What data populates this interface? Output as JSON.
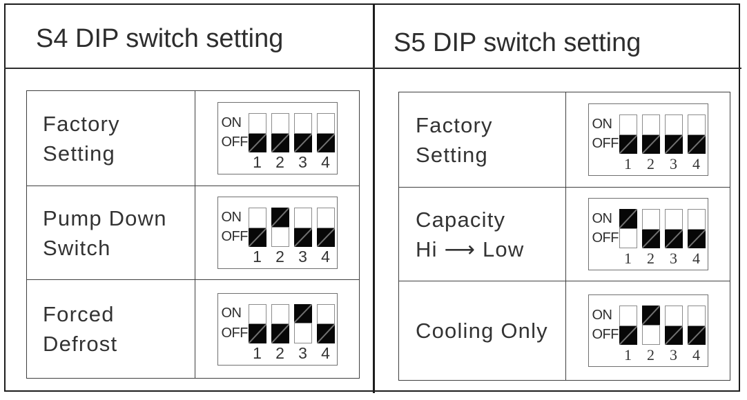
{
  "colors": {
    "frame_line": "#1c1c1c",
    "table_line": "#3e3e3e",
    "switch_black": "#070707",
    "switch_white_border": "#8b8b8b",
    "text": "#333333"
  },
  "panels": [
    {
      "title": "S4 DIP switch setting",
      "switch_label_on": "ON",
      "switch_label_off": "OFF",
      "switch_numbers": [
        "1",
        "2",
        "3",
        "4"
      ],
      "rows": [
        {
          "label": "Factory\nSetting",
          "switches": [
            "off",
            "off",
            "off",
            "off"
          ]
        },
        {
          "label": "Pump Down\nSwitch",
          "switches": [
            "off",
            "on",
            "off",
            "off"
          ]
        },
        {
          "label": "Forced\nDefrost",
          "switches": [
            "off",
            "off",
            "on",
            "off"
          ]
        }
      ]
    },
    {
      "title": "S5 DIP switch setting",
      "switch_label_on": "ON",
      "switch_label_off": "OFF",
      "switch_numbers": [
        "1",
        "2",
        "3",
        "4"
      ],
      "rows": [
        {
          "label": "Factory\nSetting",
          "switches": [
            "off",
            "off",
            "off",
            "off"
          ]
        },
        {
          "label": "Capacity\nHi ⟶ Low",
          "switches": [
            "on",
            "off",
            "off",
            "off"
          ]
        },
        {
          "label": "Cooling Only",
          "switches": [
            "off",
            "on",
            "off",
            "off"
          ]
        }
      ]
    }
  ]
}
